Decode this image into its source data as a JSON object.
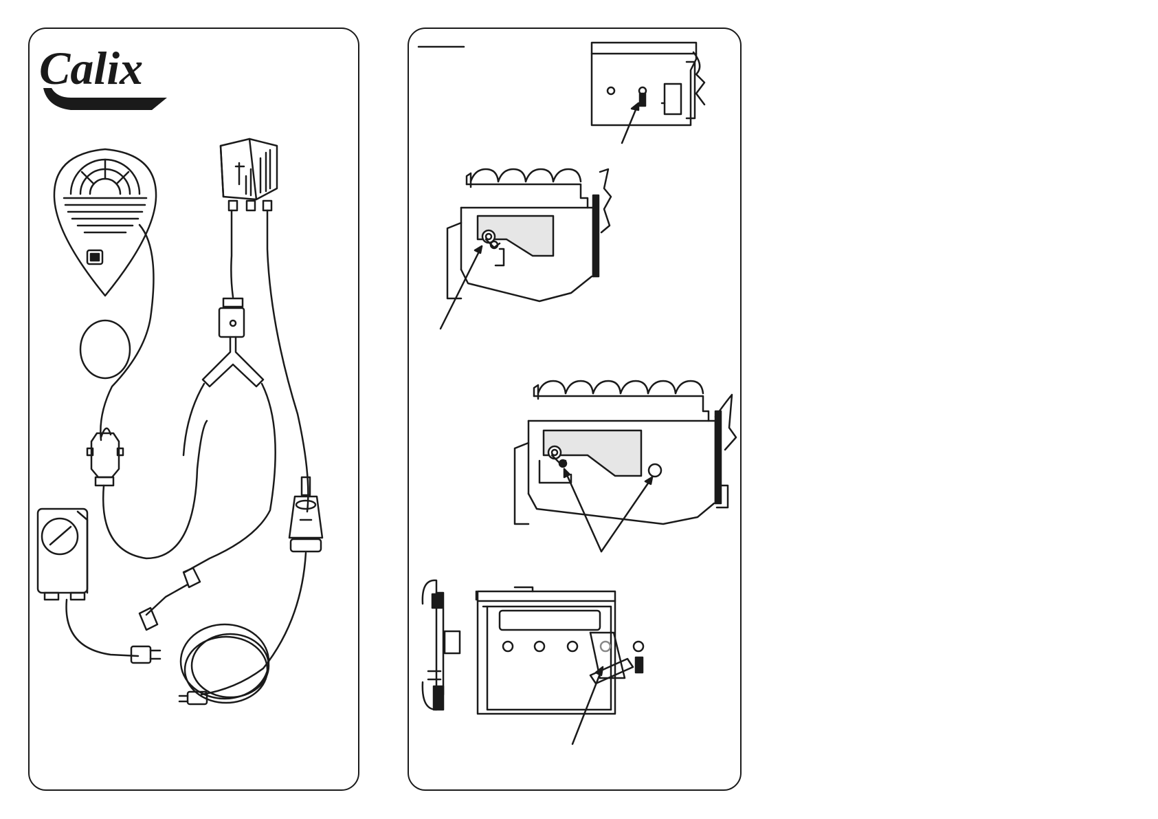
{
  "brand": {
    "name": "Calix",
    "color": "#1a1a1a"
  },
  "colors": {
    "line": "#1a1a1a",
    "heater_fill": "#e6e6e6",
    "paper": "#ffffff"
  },
  "left_panel": {
    "items": [
      "fan-heater-icon",
      "control-box-icon",
      "y-splitter-icon",
      "timer-icon",
      "socket-plug-icon",
      "cable-coil-icon"
    ]
  },
  "right_panel": {
    "figures": [
      "engine-front-view",
      "engine-4cyl-side-view",
      "engine-6cyl-side-view",
      "engine-other-side-view"
    ]
  }
}
